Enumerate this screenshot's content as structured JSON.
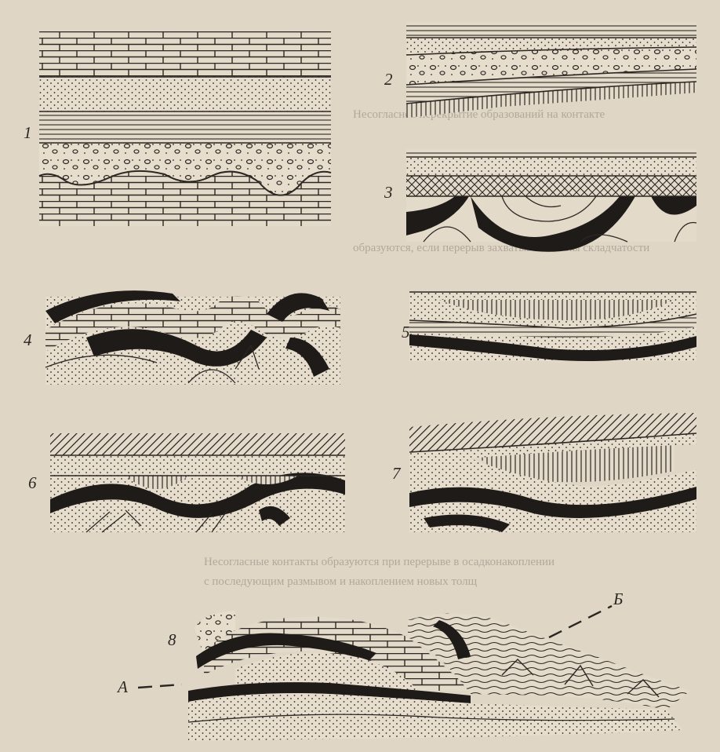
{
  "figure": {
    "panels": [
      {
        "id": "panel-1",
        "label": "1"
      },
      {
        "id": "panel-2",
        "label": "2"
      },
      {
        "id": "panel-3",
        "label": "3"
      },
      {
        "id": "panel-4",
        "label": "4"
      },
      {
        "id": "panel-5",
        "label": "5"
      },
      {
        "id": "panel-6",
        "label": "6"
      },
      {
        "id": "panel-7",
        "label": "7"
      },
      {
        "id": "panel-8",
        "label": "8"
      }
    ],
    "section_line_start": "А",
    "section_line_end": "Б"
  },
  "background_text": {
    "line_1": "Несогласные контакты образуются при перерыве в осадконакоплении",
    "line_2": "с последующим размывом и накоплением новых толщ",
    "line_3": "Несогласное перекрытие образований на контакте",
    "line_4": "образуются, если перерыв захватывает этапы складчатости"
  },
  "colors": {
    "paper": "#dfd6c6",
    "ink": "#2c2723",
    "black_layer": "#1f1b19"
  }
}
